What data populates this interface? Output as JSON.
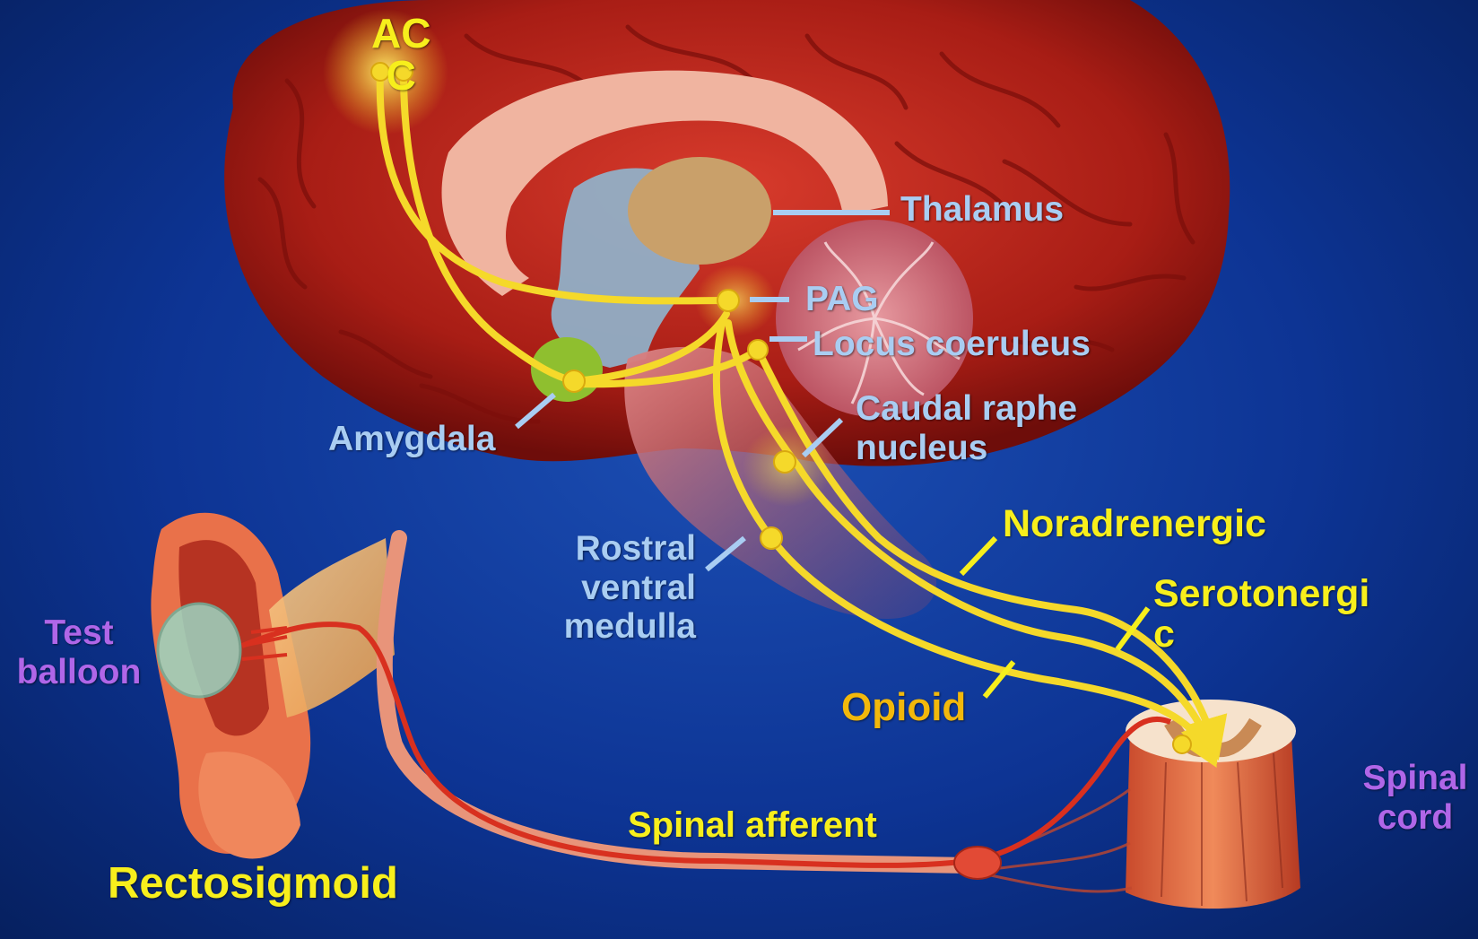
{
  "labels": {
    "acc": "AC\nC",
    "thalamus": "Thalamus",
    "pag": "PAG",
    "locus_coeruleus": "Locus coeruleus",
    "amygdala": "Amygdala",
    "caudal_raphe": "Caudal raphe\nnucleus",
    "noradrenergic": "Noradrenergic",
    "rostral_ventral_medulla": "Rostral\nventral\nmedulla",
    "serotonergic": "Serotonergi\nc",
    "opioid": "Opioid",
    "test_balloon": "Test\nballoon",
    "spinal_cord": "Spinal\ncord",
    "spinal_afferent": "Spinal afferent",
    "rectosigmoid": "Rectosigmoid"
  },
  "colors": {
    "background": "#0d3494",
    "brain": "#b8231a",
    "pathway": "#f5d92a",
    "afferent_nerve": "#d8301f",
    "label_blue": "#a9cdf2",
    "label_yellow": "#f7ef1c",
    "label_gold": "#f2b80b",
    "label_violet": "#b066e8"
  }
}
